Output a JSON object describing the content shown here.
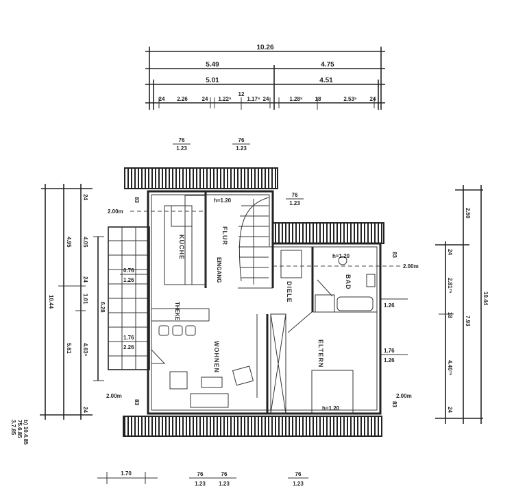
{
  "top_dims": {
    "overall": "10.26",
    "left_outer": "5.49",
    "right_outer": "4.75",
    "left_inner": "5.01",
    "right_inner": "4.51",
    "segments": [
      "24",
      "2.26",
      "24",
      "1.22⁵",
      "12",
      "1.17⁵",
      "24",
      "1.28⁵",
      "18",
      "2.53⁵",
      "24"
    ]
  },
  "window_marks_top": [
    {
      "top": "76",
      "bottom": "1.23"
    },
    {
      "top": "76",
      "bottom": "1.23"
    },
    {
      "top": "76",
      "bottom": "1.23"
    }
  ],
  "window_marks_bottom": {
    "width": "1.70",
    "marks": [
      {
        "top": "76",
        "bottom": "1.23"
      },
      {
        "top": "76",
        "bottom": "1.23"
      },
      {
        "top": "76",
        "bottom": "1.23"
      }
    ]
  },
  "left_dims": {
    "overall": "10.44",
    "a1": "4.95",
    "a2": "5.61",
    "b_top": "24",
    "b1": "4.05",
    "b2": "24",
    "b3": "1.01",
    "b4": "4.63⁵",
    "b_bottom": "24",
    "balcony": "6.28"
  },
  "right_dims": {
    "overall": "10.44",
    "top": "2.50",
    "lower": "7.93",
    "s1": "24",
    "s2": "2.81⁷⁵",
    "s3": "18",
    "s4": "4.40⁷⁵",
    "s5": "24"
  },
  "openings": {
    "left_upper": {
      "top": "0.76",
      "bottom": "1.26"
    },
    "left_lower": {
      "top": "1.76",
      "bottom": "2.26"
    },
    "right_upper": {
      "bottom": "1.26"
    },
    "right_lower": {
      "top": "1.76",
      "bottom": "1.26"
    }
  },
  "heights": {
    "h_stair": "h=1.20",
    "h_bath": "h=1.20",
    "h_bed": "h=1.20",
    "level_2m": "2.00m",
    "offset": "83"
  },
  "rooms": {
    "kitchen": "KÜCHE",
    "hall": "FLUR",
    "hall_sub": "EINGANG",
    "foyer": "DIELE",
    "bath": "BAD",
    "living": "WOHNEN",
    "bedroom": "ELTERN",
    "bar": "THEKE"
  },
  "margin_notes": [
    "b) 10.4.85",
    "75.6.85",
    "3.7.85"
  ]
}
